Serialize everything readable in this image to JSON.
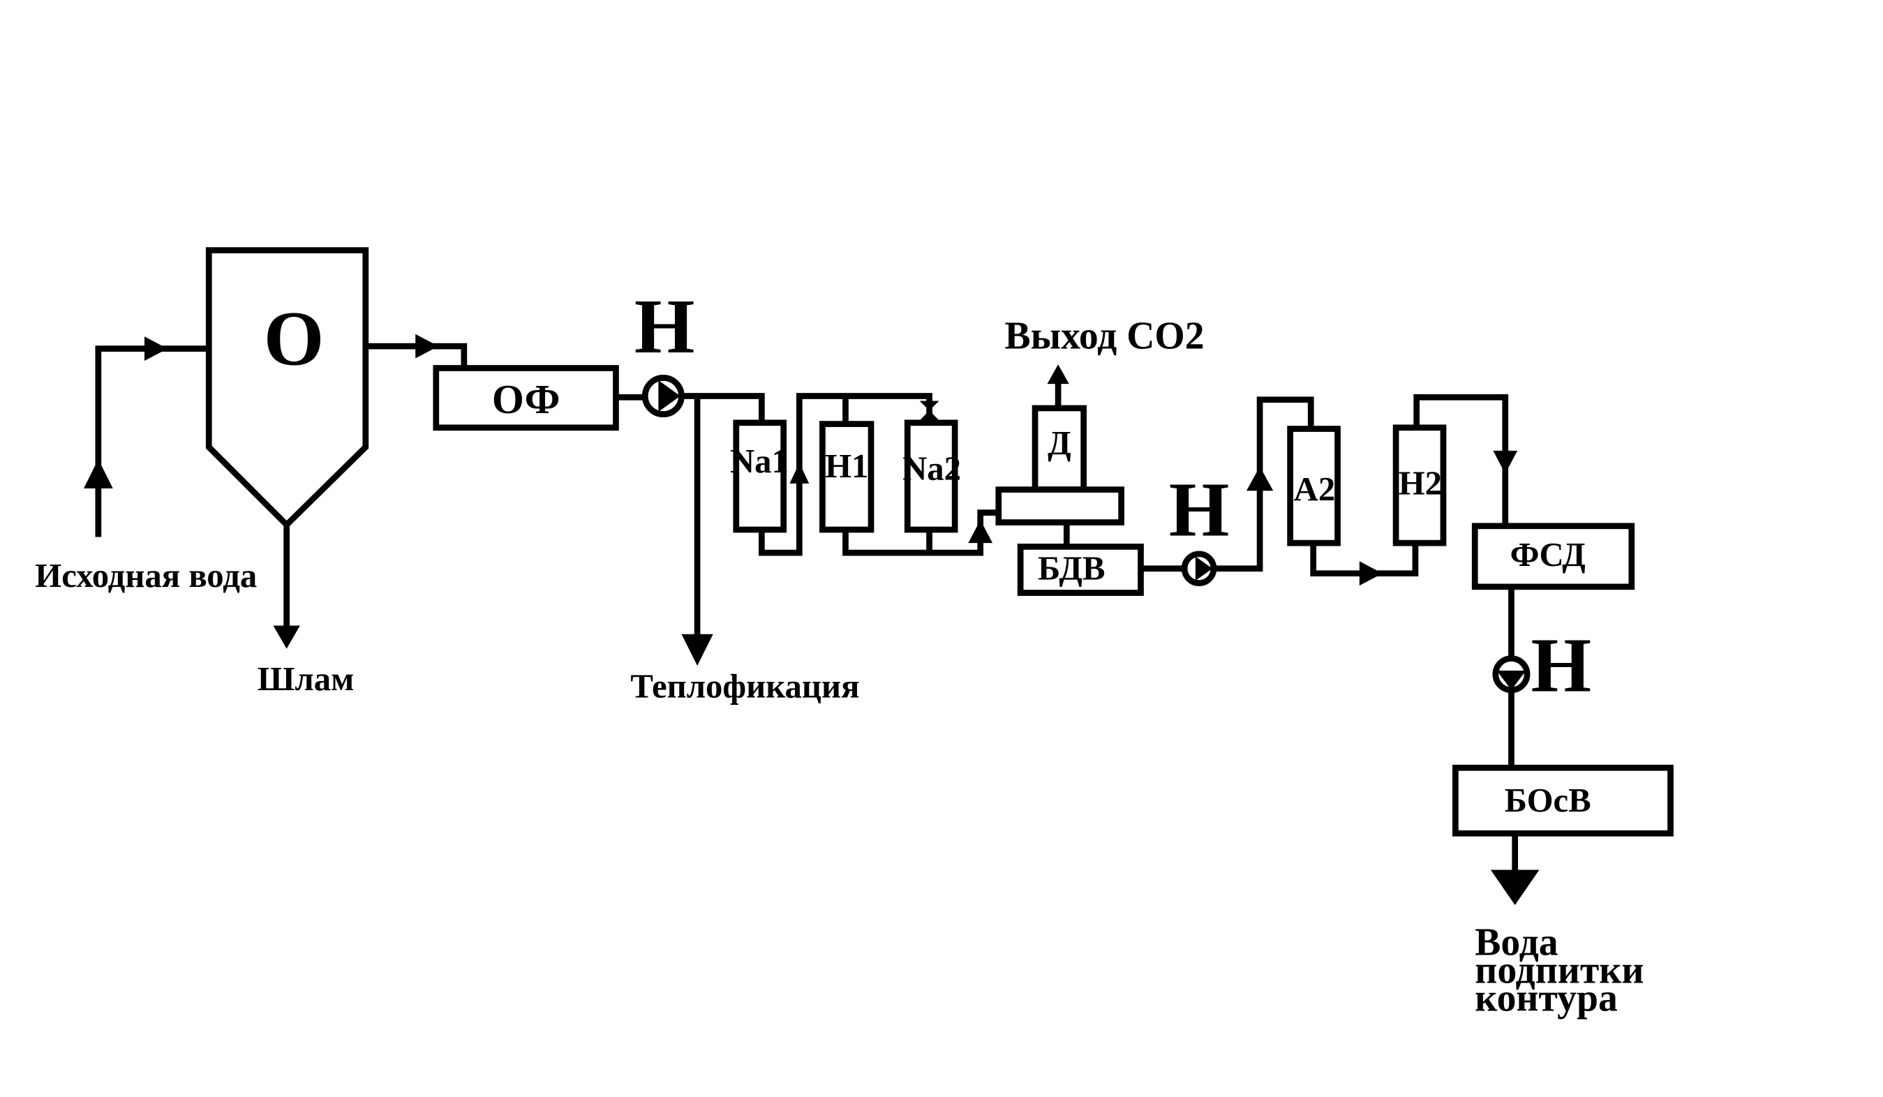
{
  "units": {
    "settler": "О",
    "mech_filter": "ОФ",
    "na1": "Na1",
    "h1": "Н1",
    "na2": "Na2",
    "degasser": "Д",
    "bdv": "БДВ",
    "a2": "А2",
    "h2": "Н2",
    "fsd": "ФСД",
    "bosv": "БОсВ"
  },
  "pumps": {
    "pump1": "Н",
    "pump2": "Н",
    "pump3": "Н"
  },
  "labels": {
    "source_water": "Исходная вода",
    "sludge": "Шлам",
    "heating": "Теплофикация",
    "co2_out": "Выход СО2",
    "makeup_water": [
      "Вода",
      "подпитки",
      "контура"
    ]
  }
}
